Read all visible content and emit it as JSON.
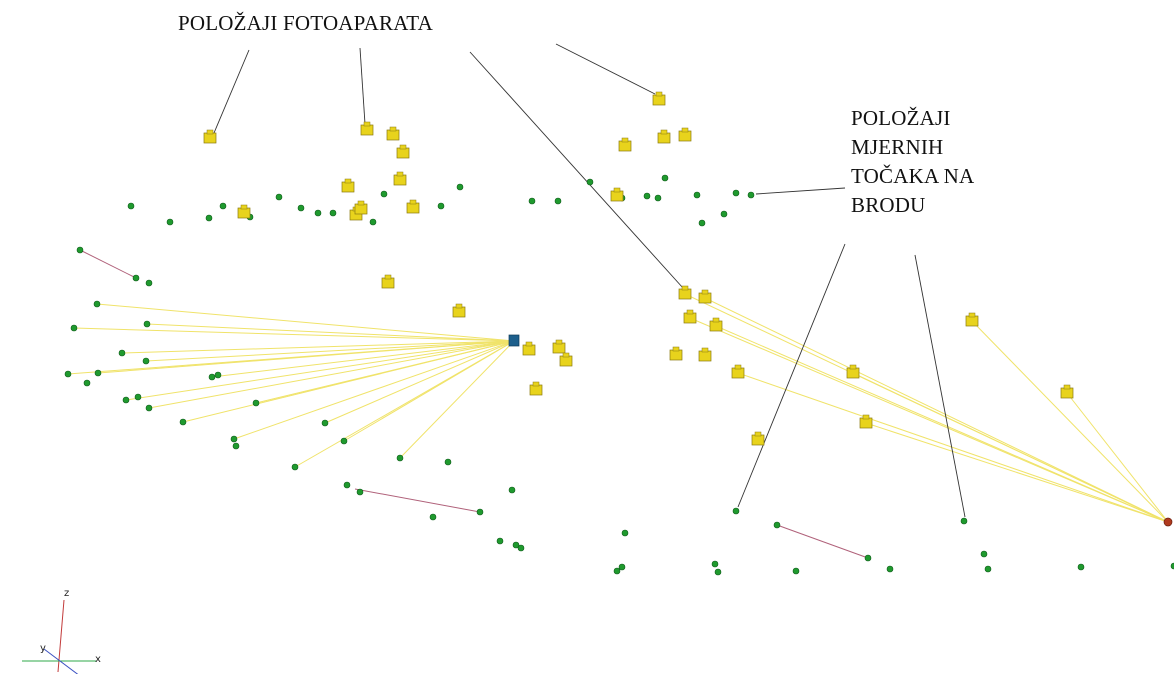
{
  "labels": {
    "cameras": "POLOŽAJI FOTOAPARATA",
    "points": [
      "POLOŽAJI",
      "MJERNIH",
      "TOČAKA NA",
      "BRODU"
    ]
  },
  "axes": {
    "z": "z",
    "y": "y",
    "x": "x"
  },
  "colors": {
    "background": "#ffffff",
    "camera": "#e8d31c",
    "point": "#1f9a2e",
    "ray": "#f0e36a",
    "distance_line": "#b0617a",
    "leader": "#333333",
    "selected_camera": "#1d5f8c",
    "selected_point": "#b03a1e"
  },
  "icons": {
    "camera": "camera-icon",
    "point": "measurement-point-icon"
  }
}
